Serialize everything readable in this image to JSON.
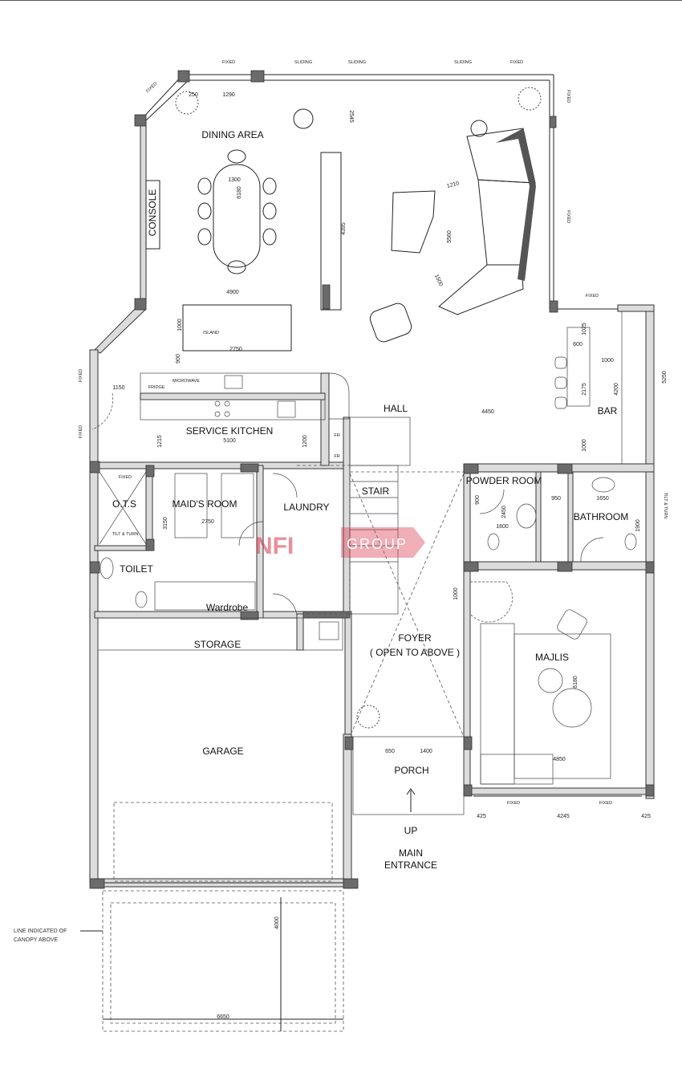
{
  "rooms": {
    "dining": "DINING AREA",
    "console": "CONSOLE",
    "service_kitchen": "SERVICE KITCHEN",
    "hall": "HALL",
    "bar": "BAR",
    "stair": "STAIR",
    "powder_room": "POWDER ROOM",
    "bathroom": "BATHROOM",
    "ots": "O.T.S",
    "maids_room": "MAID'S ROOM",
    "laundry": "LAUNDRY",
    "toilet": "TOILET",
    "wardrobe": "Wardrobe",
    "storage": "STORAGE",
    "foyer": "FOYER",
    "foyer_note": "( OPEN TO ABOVE )",
    "majlis": "MAJLIS",
    "garage": "GARAGE",
    "porch": "PORCH",
    "up": "UP",
    "main_entrance_1": "MAIN",
    "main_entrance_2": "ENTRANCE"
  },
  "fixtures": {
    "fridge": "FRIDGE",
    "microwave": "MICROWAVE",
    "island": "ISLAND",
    "fr1": "FR",
    "fr2": "FR"
  },
  "windows": [
    "FIXED",
    "SLIDING",
    "SLIDING",
    "SLIDING",
    "FIXED",
    "FIXED",
    "FIXED",
    "FIXED",
    "FIXED",
    "FIXED",
    "FIXED",
    "FIXED",
    "TILT & TURN",
    "TILT & TURN",
    "FIXED",
    "FIXED"
  ],
  "dimensions": [
    "250",
    "1290",
    "2545",
    "1300",
    "6180",
    "4395",
    "4900",
    "1000",
    "2750",
    "900",
    "1210",
    "5560",
    "1500",
    "1025",
    "600",
    "1000",
    "2175",
    "4200",
    "5250",
    "4450",
    "1000",
    "1150",
    "1215",
    "5100",
    "1200",
    "3150",
    "2750",
    "900",
    "2450",
    "1600",
    "950",
    "1650",
    "1900",
    "1000",
    "6180",
    "4850",
    "650",
    "1400",
    "425",
    "4245",
    "425",
    "4000",
    "6650"
  ],
  "canopy_note": [
    "LINE INDICATED OF",
    "CANOPY ABOVE"
  ],
  "watermark": {
    "brand": "NFI",
    "group": "GROUP",
    "color": "#d9344a"
  }
}
